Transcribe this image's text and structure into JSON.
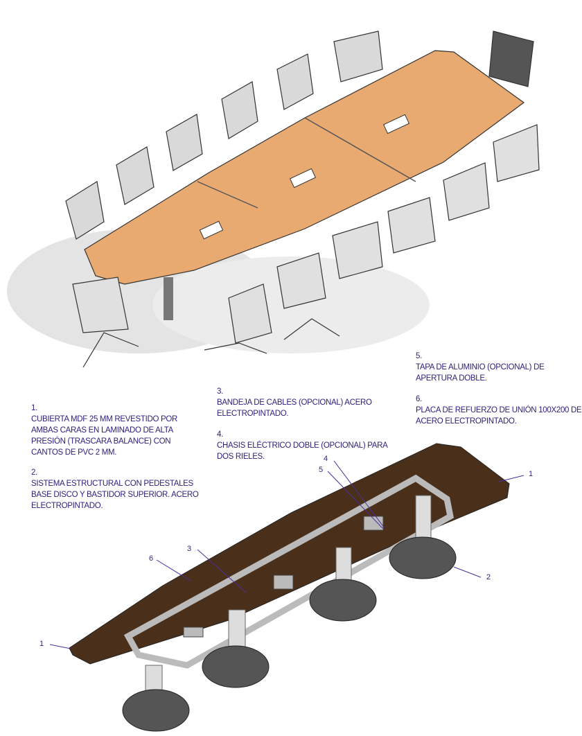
{
  "notes": [
    {
      "num": "1.",
      "text": [
        "CUBIERTA MDF 25 MM REVESTIDO POR",
        "AMBAS CARAS EN LAMINADO DE ALTA",
        "PRESIÓN (TRASCARA BALANCE) CON",
        "CANTOS DE PVC 2 MM."
      ]
    },
    {
      "num": "2.",
      "text": [
        "SISTEMA ESTRUCTURAL CON PEDESTALES",
        "BASE DISCO Y BASTIDOR SUPERIOR. ACERO",
        "ELECTROPINTADO."
      ]
    },
    {
      "num": "3.",
      "text": [
        "BANDEJA DE CABLES (OPCIONAL) ACERO",
        "ELECTROPINTADO."
      ]
    },
    {
      "num": "4.",
      "text": [
        "CHASIS ELÉCTRICO DOBLE (OPCIONAL) PARA",
        "DOS RIELES."
      ]
    },
    {
      "num": "5.",
      "text": [
        "TAPA DE ALUMINIO (OPCIONAL) DE",
        "APERTURA DOBLE."
      ]
    },
    {
      "num": "6.",
      "text": [
        "PLACA DE REFUERZO DE UNIÓN 100X200 DE",
        "ACERO ELECTROPINTADO."
      ]
    }
  ],
  "callouts": {
    "c1a": "1",
    "c1b": "1",
    "c2": "2",
    "c3": "3",
    "c4": "4",
    "c5": "5",
    "c6": "6"
  },
  "colors": {
    "text": "#2b1f7a",
    "tabletop": "#e9aa72",
    "underside": "#4a301a"
  }
}
